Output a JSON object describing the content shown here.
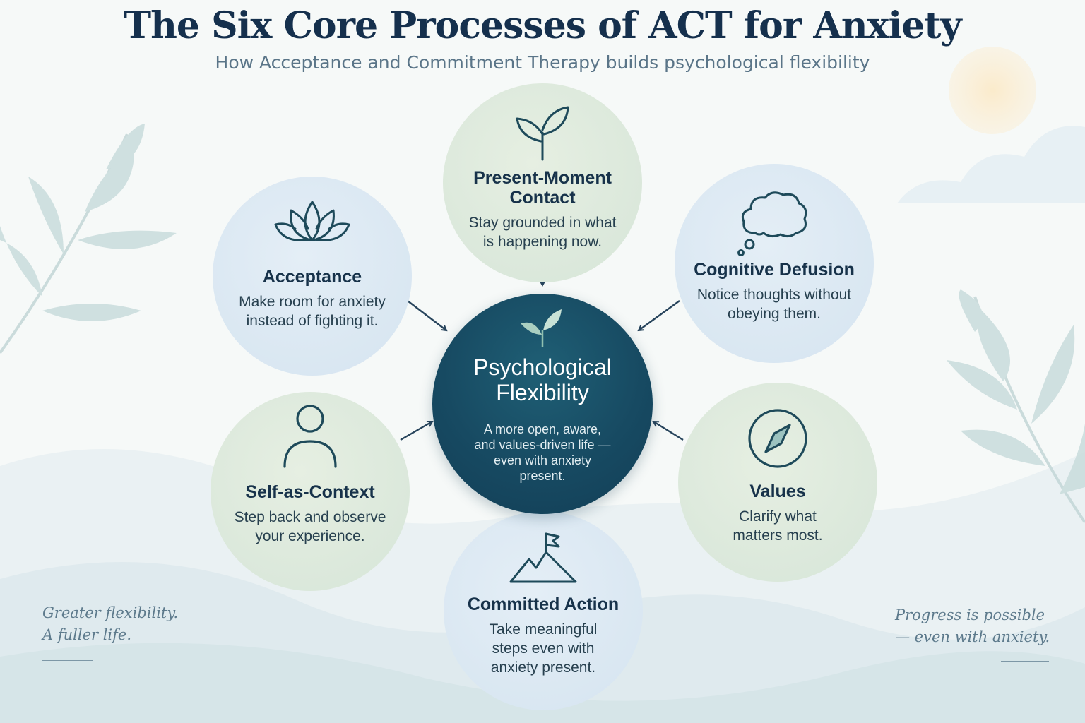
{
  "header": {
    "title": "The Six Core Processes of ACT for Anxiety",
    "subtitle": "How Acceptance and Commitment Therapy builds psychological flexibility"
  },
  "center": {
    "title": "Psychological Flexibility",
    "description": "A more open, aware, and values-driven life — even with anxiety present.",
    "icon": "leaf-sprout-icon"
  },
  "processes": [
    {
      "title": "Present-Moment Contact",
      "description": "Stay grounded in what is happening now.",
      "icon": "sprout-icon",
      "color": "#d6e5d8"
    },
    {
      "title": "Acceptance",
      "description": "Make room for anxiety instead of fighting it.",
      "icon": "lotus-icon",
      "color": "#d5e4f0"
    },
    {
      "title": "Cognitive Defusion",
      "description": "Notice thoughts without obeying them.",
      "icon": "thought-cloud-icon",
      "color": "#d5e4f0"
    },
    {
      "title": "Self-as-Context",
      "description": "Step back and observe your experience.",
      "icon": "person-icon",
      "color": "#d6e5d8"
    },
    {
      "title": "Values",
      "description": "Clarify what matters most.",
      "icon": "compass-icon",
      "color": "#d6e5d8"
    },
    {
      "title": "Committed Action",
      "description": "Take meaningful steps even with anxiety present.",
      "icon": "mountain-flag-icon",
      "color": "#d5e4f0"
    }
  ],
  "footer": {
    "left_line1": "Greater flexibility.",
    "left_line2": "A fuller life.",
    "right_line1": "Progress is possible",
    "right_line2": "— even with anxiety."
  },
  "colors": {
    "title": "#15304d",
    "center_fill": "#174a62",
    "arrow": "#27445c",
    "icon_stroke": "#1e4a5a"
  }
}
